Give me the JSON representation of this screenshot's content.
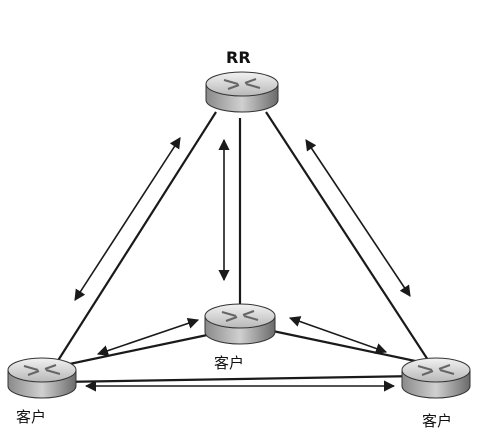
{
  "diagram": {
    "nodes": {
      "rr": {
        "label": "RR",
        "icon": "router-icon"
      },
      "client1": {
        "label": "客户",
        "icon": "router-icon"
      },
      "client2": {
        "label": "客户",
        "icon": "router-icon"
      },
      "client3": {
        "label": "客户",
        "icon": "router-icon"
      }
    },
    "links": [
      [
        "rr",
        "client1"
      ],
      [
        "rr",
        "client2"
      ],
      [
        "rr",
        "client3"
      ],
      [
        "client1",
        "client2"
      ],
      [
        "client2",
        "client3"
      ],
      [
        "client1",
        "client3"
      ]
    ],
    "colors": {
      "line": "#1a1a1a",
      "router_light": "#e6e6e6",
      "router_dark": "#6e6e6e"
    }
  }
}
